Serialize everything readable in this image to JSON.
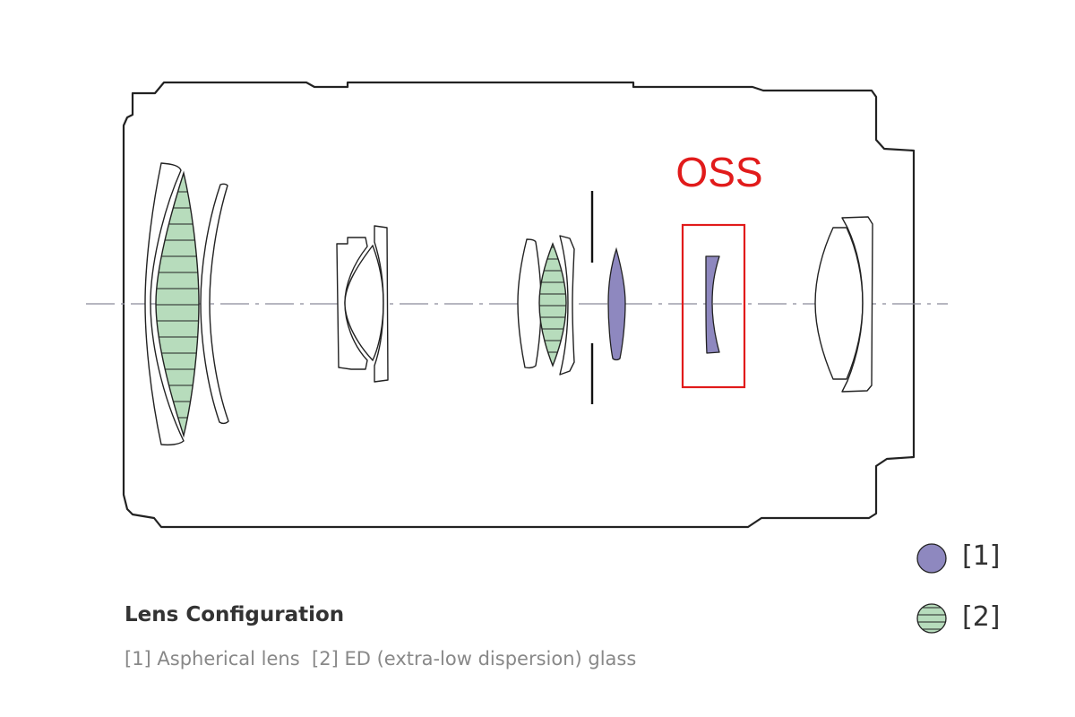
{
  "diagram": {
    "oss_label": "OSS",
    "colors": {
      "aspherical": "#8e88bf",
      "ed_glass": "#b7dcbc",
      "oss_highlight": "#e11b1b",
      "outline": "#222222",
      "axis": "#8a8a9a"
    }
  },
  "legend": [
    {
      "key": "aspherical",
      "label": "[1]",
      "icon": "aspherical-swatch-icon"
    },
    {
      "key": "ed_glass",
      "label": "[2]",
      "icon": "ed-glass-swatch-icon"
    }
  ],
  "caption": {
    "title": "Lens Configuration",
    "description": "[1] Aspherical lens  [2] ED (extra-low dispersion) glass"
  }
}
